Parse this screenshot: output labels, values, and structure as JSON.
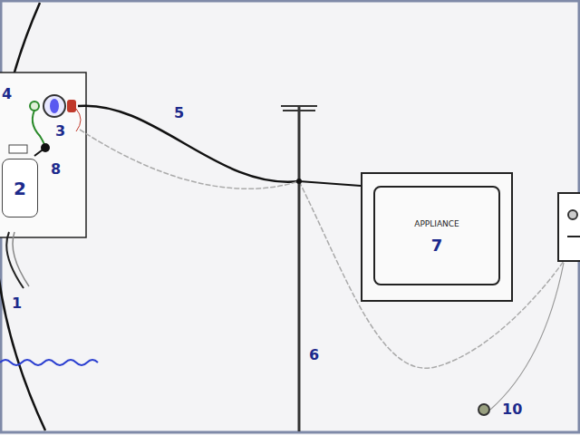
{
  "diagram": {
    "nodes": [
      {
        "text": [
          "2"
        ]
      },
      {
        "text": [
          "APPLIANCE",
          "7"
        ]
      }
    ],
    "labels": [
      "4",
      "3",
      "8",
      "1",
      "5",
      "6",
      "10"
    ]
  }
}
